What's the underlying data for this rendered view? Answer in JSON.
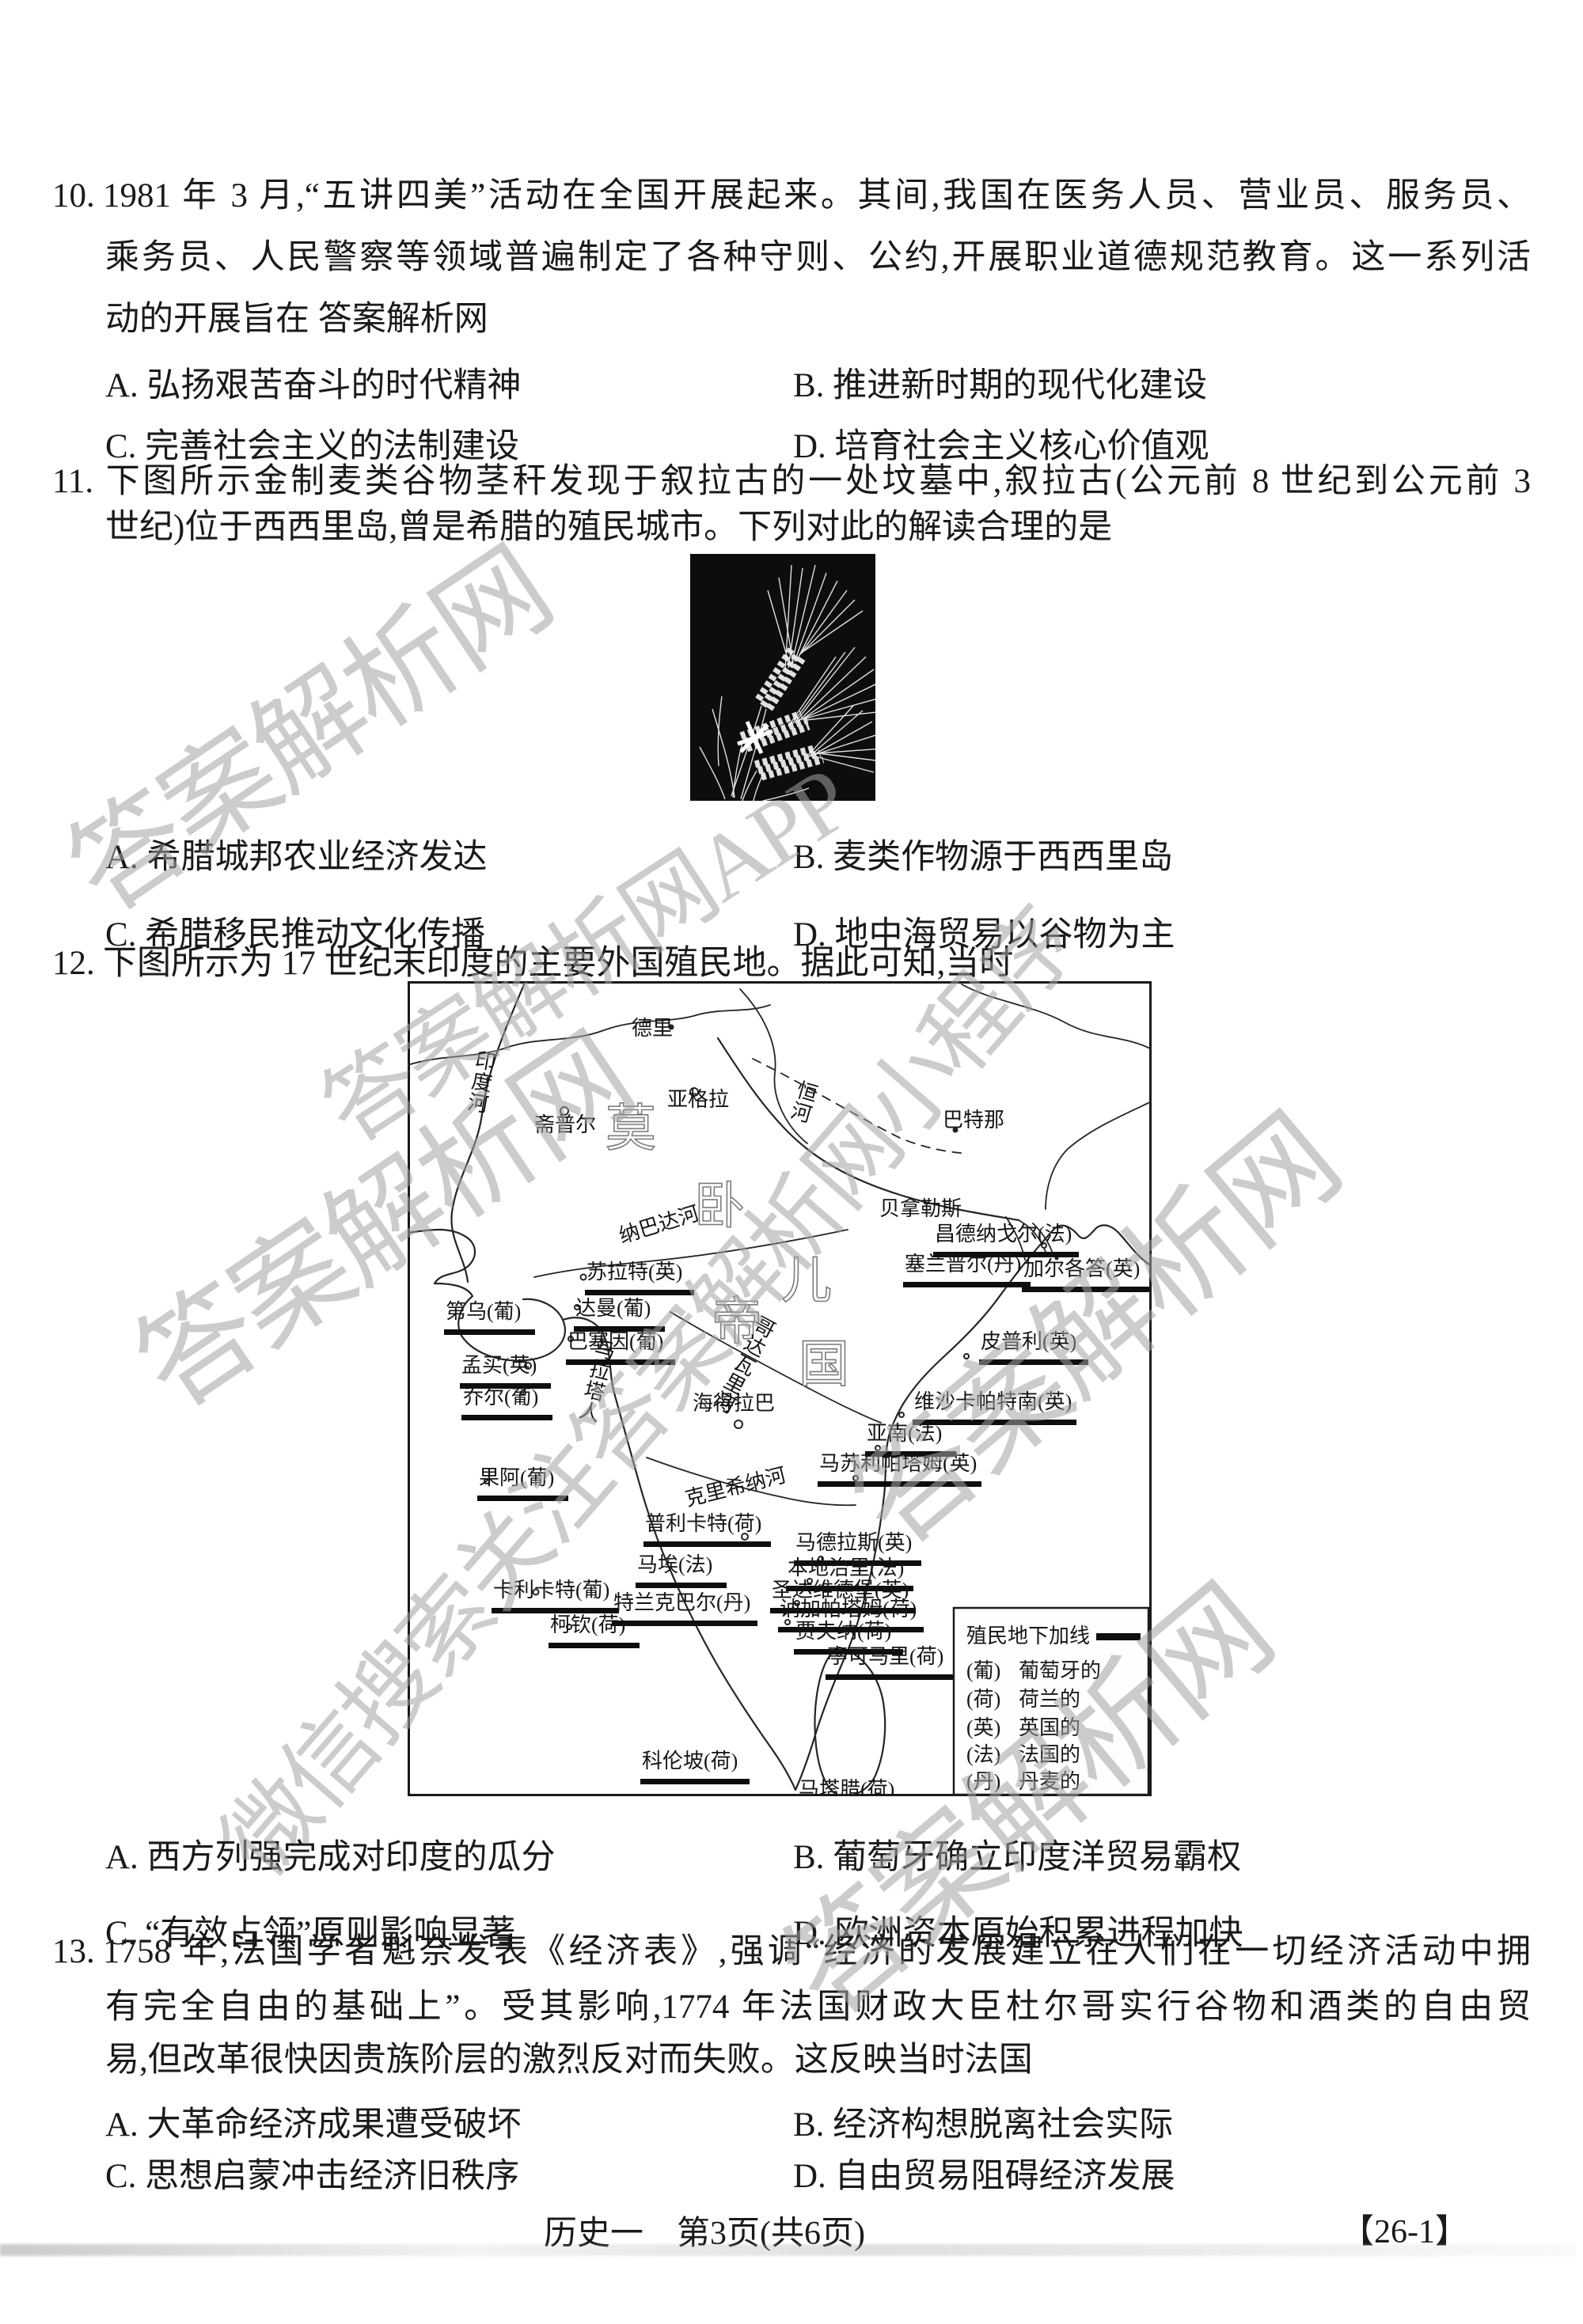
{
  "questions": [
    {
      "number": "10.",
      "lines": [
        "1981 年 3 月,“五讲四美”活动在全国开展起来。其间,我国在医务人员、营业员、服务员、",
        "乘务员、人民警察等领域普遍制定了各种守则、公约,开展职业道德规范教育。这一系列活",
        "动的开展旨在 答案解析网"
      ],
      "options": [
        "A. 弘扬艰苦奋斗的时代精神",
        "B. 推进新时期的现代化建设",
        "C. 完善社会主义的法制建设",
        "D. 培育社会主义核心价值观"
      ]
    },
    {
      "number": "11.",
      "lines": [
        "下图所示金制麦类谷物茎秆发现于叙拉古的一处坟墓中,叙拉古(公元前 8 世纪到公元前 3",
        "世纪)位于西西里岛,曾是希腊的殖民城市。下列对此的解读合理的是"
      ],
      "options": [
        "A. 希腊城邦农业经济发达",
        "B. 麦类作物源于西西里岛",
        "C. 希腊移民推动文化传播",
        "D. 地中海贸易以谷物为主"
      ]
    },
    {
      "number": "12.",
      "lines": [
        "下图所示为 17 世纪末印度的主要外国殖民地。据此可知,当时"
      ],
      "options": [
        "A. 西方列强完成对印度的瓜分",
        "B. 葡萄牙确立印度洋贸易霸权",
        "C. “有效占领”原则影响显著",
        "D. 欧洲资本原始积累进程加快"
      ]
    },
    {
      "number": "13.",
      "lines": [
        "1758 年,法国学者魁奈发表《经济表》,强调“经济的发展建立在人们在一切经济活动中拥",
        "有完全自由的基础上”。受其影响,1774 年法国财政大臣杜尔哥实行谷物和酒类的自由贸",
        "易,但改革很快因贵族阶层的激烈反对而失败。这反映当时法国"
      ],
      "options": [
        "A. 大革命经济成果遭受破坏",
        "B. 经济构想脱离社会实际",
        "C. 思想启蒙冲击经济旧秩序",
        "D. 自由贸易阻碍经济发展"
      ]
    }
  ],
  "map": {
    "empire": "莫卧儿帝国",
    "labels": [
      {
        "text": "德里",
        "kind": "city",
        "underline": false
      },
      {
        "text": "亚格拉",
        "kind": "city",
        "underline": false
      },
      {
        "text": "斋普尔",
        "kind": "city",
        "underline": false
      },
      {
        "text": "巴特那",
        "kind": "city",
        "underline": false
      },
      {
        "text": "贝拿勒斯",
        "kind": "city",
        "underline": false
      },
      {
        "text": "海得拉巴",
        "kind": "city",
        "underline": false
      },
      {
        "text": "印度河",
        "kind": "river",
        "underline": false
      },
      {
        "text": "恒河",
        "kind": "river",
        "underline": false
      },
      {
        "text": "纳巴达河",
        "kind": "river",
        "underline": false
      },
      {
        "text": "哥达瓦里河",
        "kind": "river",
        "underline": false
      },
      {
        "text": "克里希纳河",
        "kind": "river",
        "underline": false
      },
      {
        "text": "马拉塔人",
        "kind": "region",
        "underline": false
      },
      {
        "text": "苏拉特(英)",
        "kind": "colony",
        "underline": true
      },
      {
        "text": "第乌(葡)",
        "kind": "colony",
        "underline": true
      },
      {
        "text": "达曼(葡)",
        "kind": "colony",
        "underline": true
      },
      {
        "text": "巴塞因(葡)",
        "kind": "colony",
        "underline": true
      },
      {
        "text": "孟买(英)",
        "kind": "colony",
        "underline": true
      },
      {
        "text": "乔尔(葡)",
        "kind": "colony",
        "underline": true
      },
      {
        "text": "果阿(葡)",
        "kind": "colony",
        "underline": true
      },
      {
        "text": "卡利卡特(葡)",
        "kind": "colony",
        "underline": true
      },
      {
        "text": "柯钦(荷)",
        "kind": "colony",
        "underline": true
      },
      {
        "text": "昌德纳戈尔(法)",
        "kind": "colony",
        "underline": true
      },
      {
        "text": "塞兰普尔(丹)",
        "kind": "colony",
        "underline": true
      },
      {
        "text": "加尔各答(英)",
        "kind": "colony",
        "underline": true
      },
      {
        "text": "皮普利(英)",
        "kind": "colony",
        "underline": true
      },
      {
        "text": "维沙卡帕特南(英)",
        "kind": "colony",
        "underline": true
      },
      {
        "text": "亚南(法)",
        "kind": "colony",
        "underline": true
      },
      {
        "text": "马苏利帕塔姆(英)",
        "kind": "colony",
        "underline": true
      },
      {
        "text": "普利卡特(荷)",
        "kind": "colony",
        "underline": true
      },
      {
        "text": "马德拉斯(英)",
        "kind": "colony",
        "underline": true
      },
      {
        "text": "马埃(法)",
        "kind": "colony",
        "underline": true
      },
      {
        "text": "本地治里(法)",
        "kind": "colony",
        "underline": true
      },
      {
        "text": "圣达维德堡(英)",
        "kind": "colony",
        "underline": true
      },
      {
        "text": "特兰克巴尔(丹)",
        "kind": "colony",
        "underline": true
      },
      {
        "text": "讷加帕塔姆(荷)",
        "kind": "colony",
        "underline": true
      },
      {
        "text": "贾夫纳(荷)",
        "kind": "colony",
        "underline": true
      },
      {
        "text": "亭可马里(荷)",
        "kind": "colony",
        "underline": true
      },
      {
        "text": "科伦坡(荷)",
        "kind": "colony",
        "underline": true
      },
      {
        "text": "马塔腊(荷)",
        "kind": "colony",
        "underline": false
      }
    ],
    "legend": {
      "title": "殖民地下加线",
      "entries": [
        {
          "abbr": "(葡)",
          "country": "葡萄牙的"
        },
        {
          "abbr": "(荷)",
          "country": "荷兰的"
        },
        {
          "abbr": "(英)",
          "country": "英国的"
        },
        {
          "abbr": "(法)",
          "country": "法国的"
        },
        {
          "abbr": "(丹)",
          "country": "丹麦的"
        }
      ]
    }
  },
  "watermarks": {
    "stamps": [
      "答案解析网",
      "答案解析网APP",
      "答案解析网",
      "微信搜索关注答案解析网小程序",
      "答案解析网",
      "答案解析网"
    ]
  },
  "footer": {
    "center": "历史一　第3页(共6页)",
    "code": "【26-1】"
  }
}
